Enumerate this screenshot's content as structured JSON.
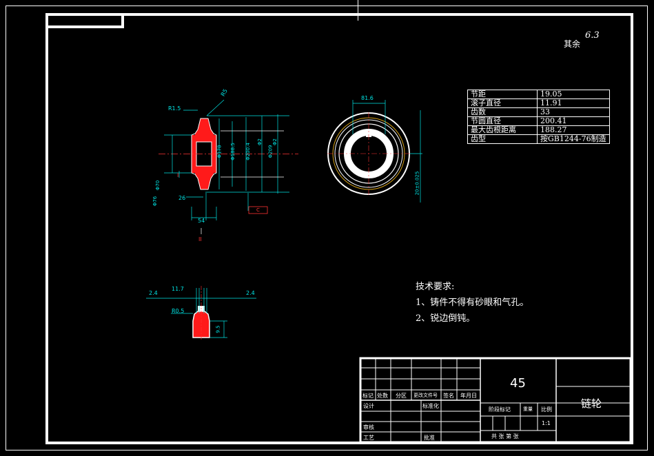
{
  "surface_roughness": {
    "label": "其余",
    "value": "6.3"
  },
  "parameters": [
    {
      "key": "节距",
      "value": "19.05"
    },
    {
      "key": "滚子直径",
      "value": "11.91"
    },
    {
      "key": "齿数",
      "value": "33"
    },
    {
      "key": "节圆直径",
      "value": "200.41"
    },
    {
      "key": "最大齿根距离",
      "value": "188.27"
    },
    {
      "key": "齿型",
      "value": "按GB1244-76制造"
    }
  ],
  "technical_requirements": {
    "title": "技术要求:",
    "items": [
      "1、铸件不得有砂眼和气孔。",
      "2、锐边倒钝。"
    ]
  },
  "title_block": {
    "material": "45",
    "part_name": "链轮",
    "row_labels": [
      "标记",
      "处数",
      "分区",
      "更改文件号",
      "签名",
      "年月日"
    ],
    "design": "设计",
    "standardization": "标准化",
    "stage_mark": "阶段标记",
    "weight": "重量",
    "scale_label": "比例",
    "scale": "1:1",
    "review": "审核",
    "process": "工艺",
    "approve": "批准",
    "sheets": "共 张  第 张"
  },
  "dimensions": {
    "left_view": [
      "R1.5",
      "R5",
      "Φ178",
      "Φ188.5",
      "Φ200.4",
      "Φ209",
      "Φ76",
      "Φ70",
      "26",
      "54",
      "Φ2",
      "Φ2",
      "II",
      "I"
    ],
    "right_view": [
      "81.6",
      "20±0.025"
    ],
    "section_view": [
      "2.4",
      "11.7",
      "2.4",
      "R0.5",
      "9.5"
    ],
    "callout": "C"
  },
  "colors": {
    "line": "#ffffff",
    "dim": "#00e5e5",
    "section": "#ff1a1a",
    "ring": "#d4a017",
    "callout": "#ff3333"
  }
}
